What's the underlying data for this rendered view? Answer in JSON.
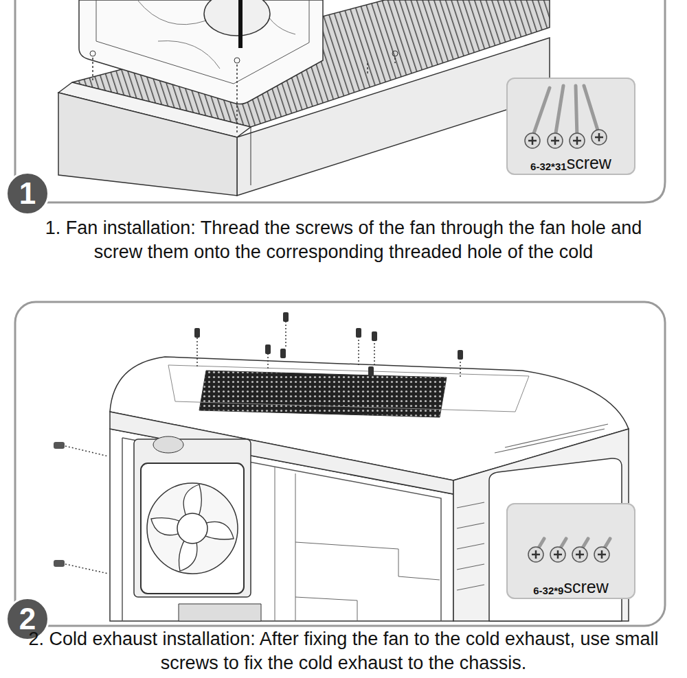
{
  "diagram": {
    "nodes": [
      {
        "text": [
          "6-32*31",
          "screw"
        ]
      },
      {
        "text": [
          "1"
        ]
      },
      {
        "text": [
          "6-32*9",
          "screw"
        ]
      },
      {
        "text": [
          "2"
        ]
      }
    ],
    "labels": [
      "1. Fan installation: Thread the screws of the fan through the fan hole and screw them onto the corresponding threaded hole of the cold",
      "2. Cold exhaust installation: After fixing the fan to the cold exhaust, use small screws to fix the cold exhaust to the chassis."
    ]
  }
}
